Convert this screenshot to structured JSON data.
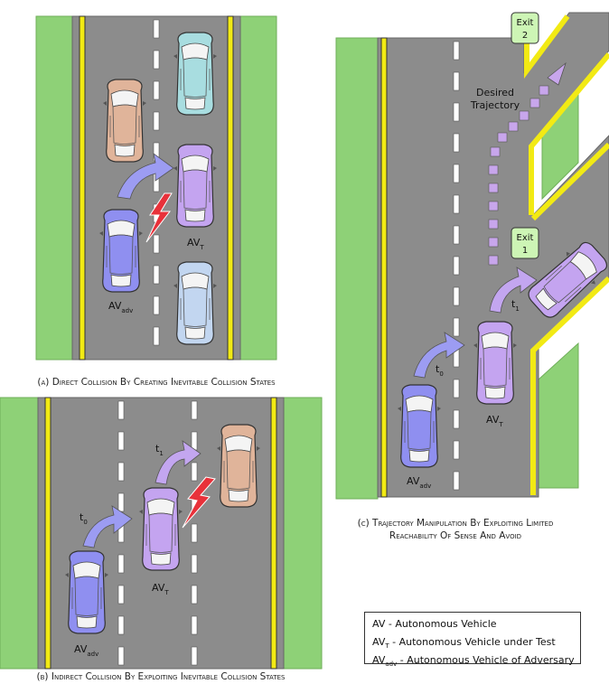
{
  "panels": {
    "a": {
      "caption": "(a) Direct Collision By Creating Inevitable Collision States",
      "adv_label": {
        "main": "AV",
        "sub": "adv"
      },
      "target_label": {
        "main": "AV",
        "sub": "T"
      }
    },
    "b": {
      "caption": "(b) Indirect Collision By Exploiting Inevitable Collision States",
      "adv_label": {
        "main": "AV",
        "sub": "adv"
      },
      "target_label": {
        "main": "AV",
        "sub": "T"
      },
      "t0": {
        "main": "t",
        "sub": "0"
      },
      "t1": {
        "main": "t",
        "sub": "1"
      }
    },
    "c": {
      "caption_line1": "(c) Trajectory Manipulation By Exploiting Limited",
      "caption_line2": "Reachability Of Sense And Avoid",
      "exit2": {
        "line1": "Exit",
        "line2": "2"
      },
      "exit1": {
        "line1": "Exit",
        "line2": "1"
      },
      "desired_line1": "Desired",
      "desired_line2": "Trajectory",
      "adv_label": {
        "main": "AV",
        "sub": "adv"
      },
      "target_label": {
        "main": "AV",
        "sub": "T"
      },
      "t0": {
        "main": "t",
        "sub": "0"
      },
      "t1": {
        "main": "t",
        "sub": "1"
      }
    }
  },
  "legend": {
    "line1": {
      "main": "AV",
      "sub": "",
      "rest": " - Autonomous Vehicle"
    },
    "line2": {
      "main": "AV",
      "sub": "T",
      "rest": " - Autonomous Vehicle under Test"
    },
    "line3": {
      "main": "AV",
      "sub": "adv",
      "rest": " - Autonomous Vehicle of Adversary"
    }
  },
  "colors": {
    "road": "#8c8c8c",
    "grass": "#8ed177",
    "edge_line": "#f2ea14",
    "adversary_car": "#8f8ff0",
    "target_car": "#c4a4f0",
    "orange_car": "#e0b49a",
    "cyan_car": "#a8dde0",
    "lightblue_car": "#c2d6f0",
    "arrow_adv": "#9c9cf2",
    "arrow_target": "#c3a6f0",
    "lightning": "#e8313a",
    "exit_sign": "#cdf5b5",
    "trajectory": "#c8a6ec"
  }
}
